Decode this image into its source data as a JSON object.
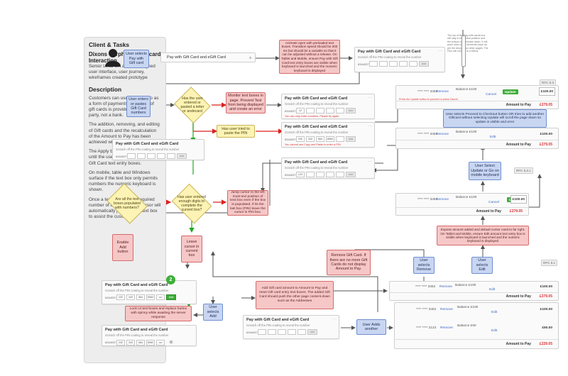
{
  "panel": {
    "section1": "Client & Tasks",
    "client": "Dixons Carphone - Giftcard Interaction",
    "role": "Senior Lead UX and IA Designed user interface, user journey, wireframes created prototype",
    "section2": "Description",
    "p1": "Customers can use gift cards to as a form of payments. The audit of gift cards is provided by a third party, not a bank.",
    "p2": "The addition, removing, and editing of Gift cards and the recalculation of the Amount to Pay has been achieved without page reloading.",
    "p3": "The Apply button will be greyed out until the user enters numbers in all Gift Card text entry boxes.",
    "p4": "On mobile, table and Windows surface if the text box only permits numbers the numeric keyboard is shown.",
    "p5": "Once a text box has the required number of characters the cursor will automatically jump to the next box to assist the customer."
  },
  "nodes": {
    "selects": "User selects Pay with Gift card",
    "bar": "Pay with Gift Card and eGift Card",
    "animate": "Animate open with preloaded text boxes. Transition speed should be 300 ms but should be a variable so that it can be adjusted without a release. On Tablet and Mobile, ensure Pay with Gift Card text entry boxes are visible when keyboard is launched and the numeric keyboard is displayed",
    "enters": "User enters or pastes Gift Card numbers",
    "q_letter": "Has the user entered or pasted a letter or andecard",
    "monitor": "Monitor text boxes in page. Prevent Text from being displayed and create an error",
    "paste_pin": "Has user tried to paste the PIN",
    "q_all": "Are all the text boxes populated with numbers?",
    "q_enough": "Has user entered enough digits to complete the current box?",
    "jump": "Jump cursor to the left most text position of next box even if the box is populated. If its the last box (PIN) leave the cursor in PIN box.",
    "enable": "Enable Add button",
    "leave": "Leave cursor in current box",
    "user_add": "User selects Add",
    "lock": "Lock UI text boxes and replace button with spinny while awaiting the server response",
    "add_gift": "Add Gift card amount to Amount to Pay and reset Gift card entry text boxes. The added Gift Card should push the other page content down such as the Addresses",
    "adds_another": "User Adds another",
    "remove": "Remove Gift Card. If there are no more Gift Cards do not display Amount to Pay.",
    "sel_remove": "User selects Remove",
    "sel_edit": "User selects Edit",
    "expose": "Expose amount added and default cursor cand to far right. On Tablet and Mobile, ensure Edit amount text entry box is visible when keyboard is launched and the numeric keyboard is displayed",
    "sel_update": "User Select Update or Go on mobile keyboard",
    "checkout": "User selects Proceed to Checkout button OR tries to add another Giftcard without selecting Update will scroll the page down so update is visible and error"
  },
  "card": {
    "title": "Pay with Gift Card and eGift Card",
    "sub": "Scratch off the PIN coating to reveal the number",
    "label": "6344037",
    "err_letters": "You can only enter numbers. Please try again",
    "err_paste": "You cannot use Copy and Paste to enter a PIN",
    "apply": "Add",
    "n1": "232",
    "n2": "343",
    "n3": "564",
    "n4": "8982",
    "pin_mask": "••••",
    "n_partial": "123",
    "n_partial2": "12"
  },
  "pay": {
    "mask1": "**** **** 3452",
    "mask2": "**** **** 2123",
    "remove": "Remove",
    "edit": "Edit",
    "cancel": "Cancel",
    "update": "Update",
    "balance100": "Balance £100",
    "balance50": "Balance £50",
    "amt100": "£100.00",
    "amt50": "£50.00",
    "amount_to_pay": "Amount to Pay",
    "pay1": "£279.05",
    "pay2": "£229.05",
    "update_err": "Press the Update button to proceed or press Cancel",
    "rfc1": "RFC 6.1",
    "rfc2": "RFC 6.2.x",
    "rfc3": "RFC 5.3",
    "top_note": "The top of the Pay with cards box will stay in its central position and the bottom will animate down. It will push other page elements down as per the designs on other pages. The Plus will change to a Minus.",
    "badge": "2"
  },
  "colors": {
    "blue": "#c9d6f2",
    "red": "#f6c7c7",
    "green": "#cfeec8",
    "yellow": "#fdf3b4",
    "accent": "#3fae39"
  }
}
